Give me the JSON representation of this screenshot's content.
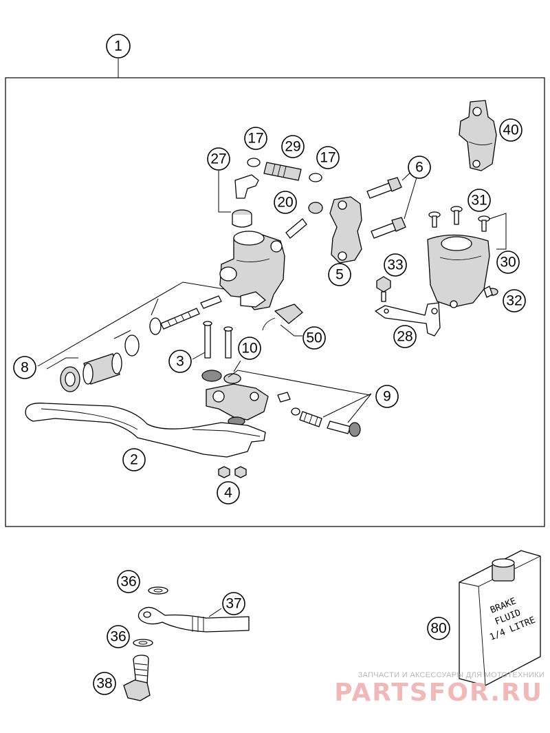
{
  "callouts": [
    {
      "num": "1"
    },
    {
      "num": "17"
    },
    {
      "num": "29"
    },
    {
      "num": "17"
    },
    {
      "num": "27"
    },
    {
      "num": "6"
    },
    {
      "num": "40"
    },
    {
      "num": "20"
    },
    {
      "num": "31"
    },
    {
      "num": "5"
    },
    {
      "num": "30"
    },
    {
      "num": "33"
    },
    {
      "num": "32"
    },
    {
      "num": "28"
    },
    {
      "num": "50"
    },
    {
      "num": "10"
    },
    {
      "num": "3"
    },
    {
      "num": "8"
    },
    {
      "num": "9"
    },
    {
      "num": "2"
    },
    {
      "num": "4"
    },
    {
      "num": "36"
    },
    {
      "num": "37"
    },
    {
      "num": "36"
    },
    {
      "num": "38"
    },
    {
      "num": "80"
    }
  ],
  "fluid_label": {
    "line1": "BRAKE",
    "line2": "FLUID",
    "line3": "1/4 LITRE"
  },
  "watermark": {
    "tagline": "ЗАПЧАСТИ И АКСЕССУАРЫ ДЛЯ МОТОТЕХНИКИ",
    "brand": "PARTSFOR.RU"
  }
}
